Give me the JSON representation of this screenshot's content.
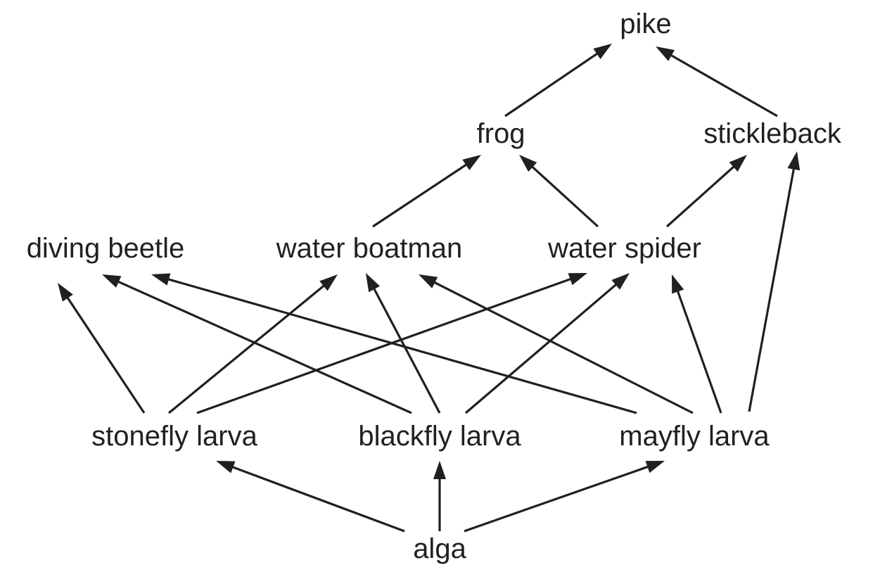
{
  "title": "Food web",
  "colors": {
    "ink": "#231f20",
    "background": "#ffffff"
  },
  "nodes": [
    {
      "id": "pike",
      "label": "pike"
    },
    {
      "id": "frog",
      "label": "frog"
    },
    {
      "id": "stickleback",
      "label": "stickleback"
    },
    {
      "id": "diving_beetle",
      "label": "diving beetle"
    },
    {
      "id": "water_boatman",
      "label": "water boatman"
    },
    {
      "id": "water_spider",
      "label": "water spider"
    },
    {
      "id": "stonefly_larva",
      "label": "stonefly larva"
    },
    {
      "id": "blackfly_larva",
      "label": "blackfly larva"
    },
    {
      "id": "mayfly_larva",
      "label": "mayfly larva"
    },
    {
      "id": "alga",
      "label": "alga"
    }
  ],
  "edges": [
    {
      "from": "frog",
      "to": "pike"
    },
    {
      "from": "stickleback",
      "to": "pike"
    },
    {
      "from": "water_boatman",
      "to": "frog"
    },
    {
      "from": "water_spider",
      "to": "frog"
    },
    {
      "from": "water_spider",
      "to": "stickleback"
    },
    {
      "from": "mayfly_larva",
      "to": "stickleback"
    },
    {
      "from": "stonefly_larva",
      "to": "diving_beetle"
    },
    {
      "from": "stonefly_larva",
      "to": "water_boatman"
    },
    {
      "from": "stonefly_larva",
      "to": "water_spider"
    },
    {
      "from": "blackfly_larva",
      "to": "diving_beetle"
    },
    {
      "from": "blackfly_larva",
      "to": "water_boatman"
    },
    {
      "from": "blackfly_larva",
      "to": "water_spider"
    },
    {
      "from": "mayfly_larva",
      "to": "diving_beetle"
    },
    {
      "from": "mayfly_larva",
      "to": "water_boatman"
    },
    {
      "from": "mayfly_larva",
      "to": "water_spider"
    },
    {
      "from": "alga",
      "to": "stonefly_larva"
    },
    {
      "from": "alga",
      "to": "blackfly_larva"
    },
    {
      "from": "alga",
      "to": "mayfly_larva"
    }
  ]
}
